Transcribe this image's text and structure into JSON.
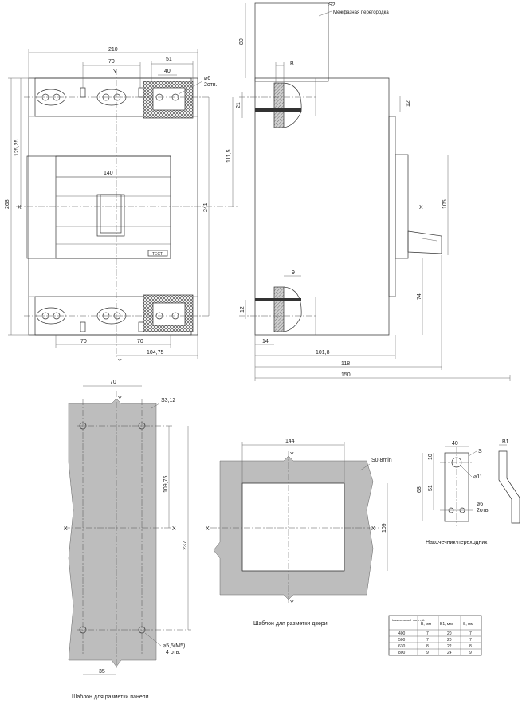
{
  "front_view": {
    "dims": {
      "width_210": "210",
      "pole_70": "70",
      "term_51": "51",
      "term_40": "40",
      "hole_d6": "⌀6",
      "hole_count": "2отв.",
      "height_268": "268",
      "height_125": "125,25",
      "height_241": "241",
      "width_140": "140",
      "bottom_70a": "70",
      "bottom_70b": "70",
      "width_104": "104,75"
    },
    "axes": {
      "x_left": "X",
      "y_top": "Y",
      "y_bottom": "Y"
    },
    "nameplate": "ТЕСТ"
  },
  "side_view": {
    "label_s2": "S2",
    "partition_label": "Межфазная перегородка",
    "dims": {
      "d80": "80",
      "dB": "B",
      "d21": "21",
      "d12_top": "12",
      "d111": "111,5",
      "d105": "105",
      "d9": "9",
      "d12_bot": "12",
      "d74": "74",
      "d14": "14",
      "d101": "101,8",
      "d118": "118",
      "d150": "150"
    },
    "axis_x": "X"
  },
  "panel_template": {
    "caption": "Шаблон для разметки панели",
    "dims": {
      "d70": "70",
      "s312": "S3,12",
      "d109": "109,75",
      "d237": "237",
      "hole": "⌀5,5(М5)",
      "holes_count": "4 отв.",
      "d35": "35"
    },
    "axes": {
      "x_left": "X",
      "x_right": "X",
      "y": "Y"
    }
  },
  "door_template": {
    "caption": "Шаблон для разметки двери",
    "dims": {
      "d144": "144",
      "s08": "S0,8min",
      "d109": "109"
    },
    "axes": {
      "x_left": "X",
      "x_right": "X",
      "y_top": "Y",
      "y_bottom": "Y"
    }
  },
  "adapter": {
    "caption": "Накочечник-переходник",
    "dims": {
      "d40": "40",
      "d10": "10",
      "d68": "68",
      "d51": "51",
      "s": "S",
      "d11": "⌀11",
      "d6": "⌀6",
      "count": "2отв.",
      "b1": "B1"
    }
  },
  "table": {
    "headers": [
      "Номинальный ток In, А",
      "B, мм",
      "B1, мм",
      "S, мм"
    ],
    "rows": [
      [
        "400",
        "7",
        "20",
        "7"
      ],
      [
        "500",
        "7",
        "20",
        "7"
      ],
      [
        "630",
        "8",
        "22",
        "8"
      ],
      [
        "800",
        "9",
        "24",
        "9"
      ]
    ]
  }
}
